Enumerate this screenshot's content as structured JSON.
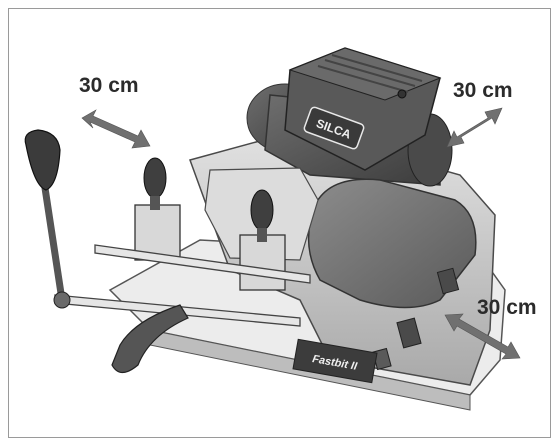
{
  "clearance": {
    "left_label": "30 cm",
    "right_top_label": "30 cm",
    "right_bottom_label": "30 cm"
  },
  "machine": {
    "brand_logo_text": "SILCA",
    "model_text": "Fastbit II"
  },
  "colors": {
    "frame_border": "#9a9a9a",
    "arrow": "#707070",
    "machine_body": "#c9c9c9",
    "motor": "#555555",
    "text": "#2b2b2b"
  }
}
